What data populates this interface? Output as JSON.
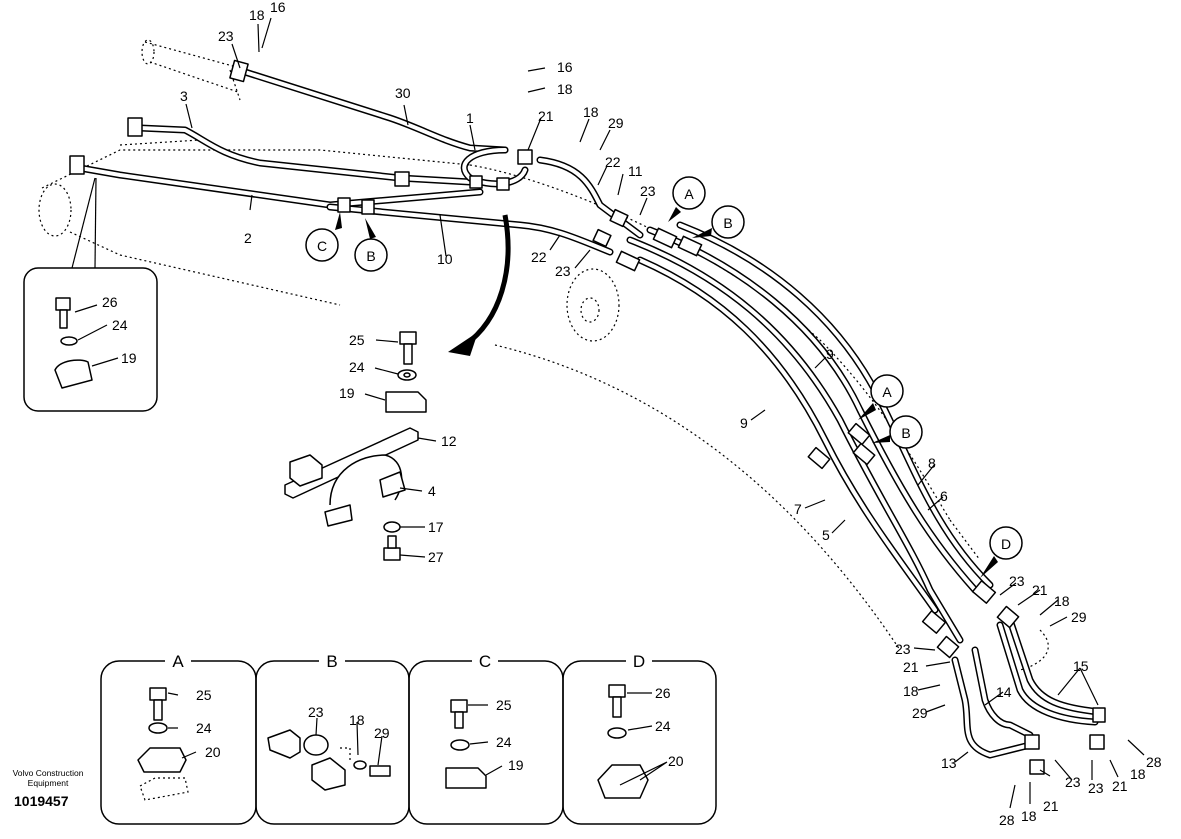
{
  "brand": {
    "line1": "Volvo Construction",
    "line2": "Equipment"
  },
  "doc_number": "1019457",
  "callouts": {
    "A": "A",
    "B": "B",
    "C": "C",
    "D": "D"
  },
  "labels": {
    "n1": "1",
    "n2": "2",
    "n3": "3",
    "n4": "4",
    "n5": "5",
    "n6": "6",
    "n7": "7",
    "n8": "8",
    "n9": "9",
    "n10": "10",
    "n11": "11",
    "n12": "12",
    "n13": "13",
    "n14": "14",
    "n15": "15",
    "n16": "16",
    "n17": "17",
    "n18": "18",
    "n19": "19",
    "n20": "20",
    "n21": "21",
    "n22": "22",
    "n23": "23",
    "n24": "24",
    "n25": "25",
    "n26": "26",
    "n27": "27",
    "n28": "28",
    "n29": "29",
    "n30": "30"
  },
  "details": [
    {
      "title": "A",
      "items": [
        "25",
        "24",
        "20"
      ]
    },
    {
      "title": "B",
      "items": [
        "23",
        "18",
        "29"
      ]
    },
    {
      "title": "C",
      "items": [
        "25",
        "24",
        "19"
      ]
    },
    {
      "title": "D",
      "items": [
        "26",
        "24",
        "20"
      ]
    }
  ]
}
